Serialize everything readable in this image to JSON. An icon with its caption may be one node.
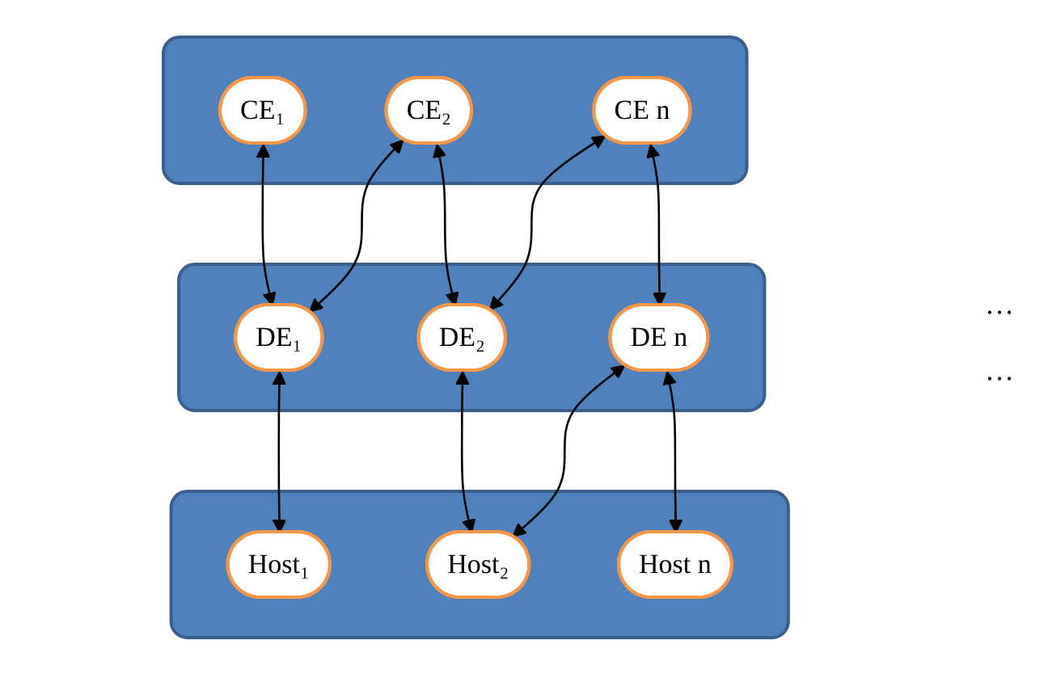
{
  "diagram": {
    "nodes": [
      {
        "text": [],
        "shape": "box"
      },
      {
        "text": [
          "CE₁"
        ],
        "in": 0
      },
      {
        "text": [
          "CE₂"
        ],
        "in": 0
      },
      {
        "text": [
          "CE n"
        ],
        "in": 0
      },
      {
        "text": [],
        "shape": "box"
      },
      {
        "text": [
          "DE₁"
        ],
        "in": 4
      },
      {
        "text": [
          "DE₂"
        ],
        "in": 4
      },
      {
        "text": [
          "DE n"
        ],
        "in": 4
      },
      {
        "text": [],
        "shape": "box"
      },
      {
        "text": [
          "Host₁"
        ],
        "in": 8
      },
      {
        "text": [
          "Host₂"
        ],
        "in": 8
      },
      {
        "text": [
          "Host n"
        ],
        "in": 8
      }
    ],
    "edges": [
      {
        "from": 1,
        "to": 5,
        "arrow": "both"
      },
      {
        "from": 5,
        "to": 2,
        "arrow": "both"
      },
      {
        "from": 2,
        "to": 6,
        "arrow": "both"
      },
      {
        "from": 6,
        "to": 3,
        "arrow": "both"
      },
      {
        "from": 3,
        "to": 7,
        "arrow": "both"
      },
      {
        "from": 5,
        "to": 9,
        "arrow": "both"
      },
      {
        "from": 6,
        "to": 10,
        "arrow": "both"
      },
      {
        "from": 10,
        "to": 7,
        "arrow": "both"
      },
      {
        "from": 7,
        "to": 11,
        "arrow": "both"
      }
    ],
    "labels": [
      "…",
      "…"
    ]
  }
}
